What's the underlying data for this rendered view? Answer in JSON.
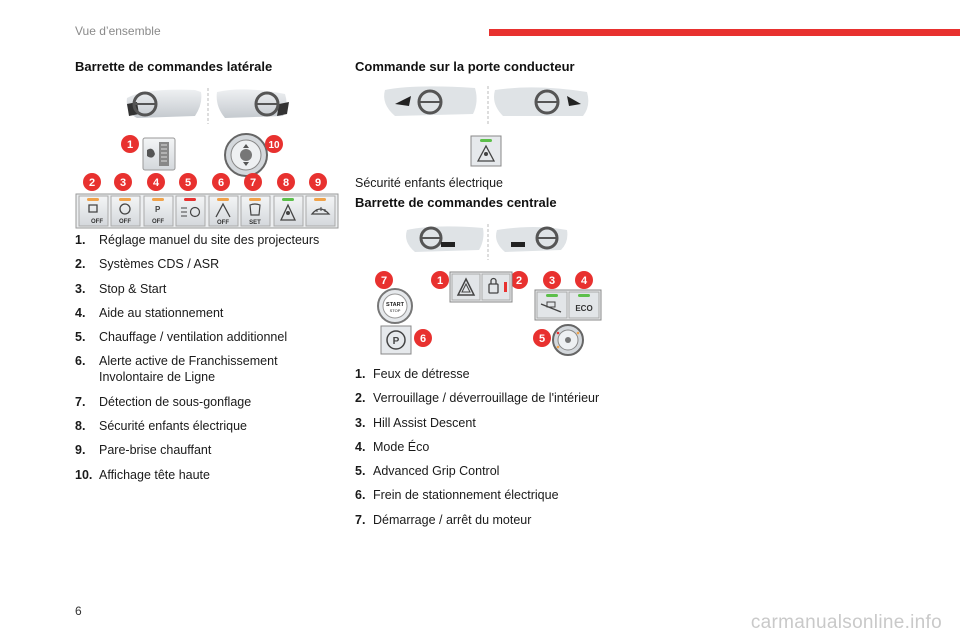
{
  "header": {
    "title": "Vue d’ensemble"
  },
  "left": {
    "title": "Barrette de commandes latérale",
    "badges": [
      "1",
      "2",
      "3",
      "4",
      "5",
      "6",
      "7",
      "8",
      "9",
      "10"
    ],
    "items": [
      {
        "n": "1.",
        "text": "Réglage manuel du site des projecteurs"
      },
      {
        "n": "2.",
        "text": "Systèmes CDS / ASR"
      },
      {
        "n": "3.",
        "text": "Stop & Start"
      },
      {
        "n": "4.",
        "text": "Aide au stationnement"
      },
      {
        "n": "5.",
        "text": "Chauffage / ventilation additionnel"
      },
      {
        "n": "6.",
        "text": "Alerte active de Franchissement Involontaire de Ligne"
      },
      {
        "n": "7.",
        "text": "Détection de sous-gonflage"
      },
      {
        "n": "8.",
        "text": "Sécurité enfants électrique"
      },
      {
        "n": "9.",
        "text": "Pare-brise chauffant"
      },
      {
        "n": "10.",
        "text": "Affichage tête haute"
      }
    ],
    "switch_labels": {
      "off": "OFF",
      "set": "SET"
    }
  },
  "right": {
    "door_title": "Commande sur la porte conducteur",
    "door_caption": "Sécurité enfants électrique",
    "center_title": "Barrette de commandes centrale",
    "badges": [
      "1",
      "2",
      "3",
      "4",
      "5",
      "6",
      "7"
    ],
    "button_labels": {
      "start": "START",
      "stop": "STOP",
      "eco": "ECO",
      "park": "P"
    },
    "items": [
      {
        "n": "1.",
        "text": "Feux de détresse"
      },
      {
        "n": "2.",
        "text": "Verrouillage / déverrouillage de l'intérieur"
      },
      {
        "n": "3.",
        "text": "Hill Assist Descent"
      },
      {
        "n": "4.",
        "text": "Mode Éco"
      },
      {
        "n": "5.",
        "text": "Advanced Grip Control"
      },
      {
        "n": "6.",
        "text": "Frein de stationnement électrique"
      },
      {
        "n": "7.",
        "text": "Démarrage / arrêt du moteur"
      }
    ]
  },
  "footer": {
    "page_number": "6",
    "watermark": "carmanualsonline.info"
  },
  "colors": {
    "accent": "#e8312f",
    "led_orange": "#f0a24a",
    "led_red": "#e8312f",
    "led_green": "#5cbf4a",
    "panel": "#dfe3e6"
  }
}
